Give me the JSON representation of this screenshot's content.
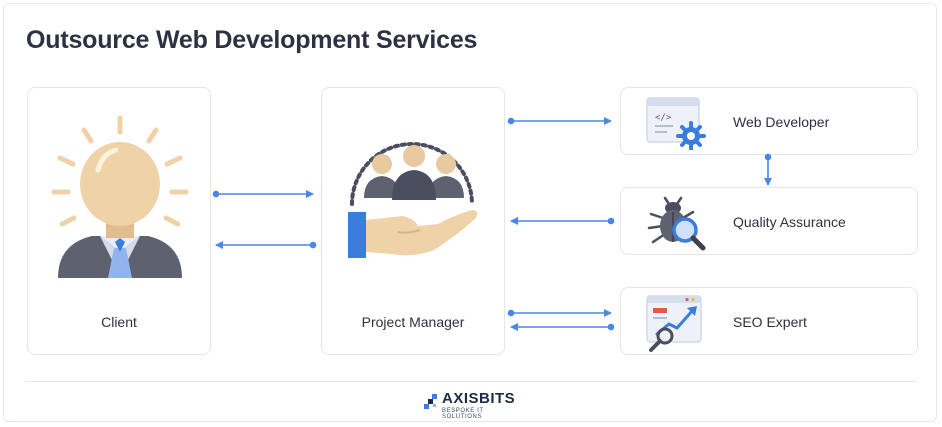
{
  "title": "Outsource Web Development Services",
  "nodes": {
    "client": "Client",
    "project_manager": "Project Manager",
    "web_developer": "Web Developer",
    "quality_assurance": "Quality Assurance",
    "seo_expert": "SEO Expert"
  },
  "logo": {
    "name": "AXISBITS",
    "tagline": "BESPOKE IT SOLUTIONS"
  },
  "colors": {
    "arrow": "#4a86e8",
    "card_border": "#e4e6ec",
    "skin": "#f0d2a8",
    "suit": "#5d6170",
    "accent_blue": "#3b7ddd"
  },
  "icons": [
    "lightbulb-head-icon",
    "team-hand-icon",
    "code-gear-icon",
    "bug-magnifier-icon",
    "seo-chart-icon"
  ]
}
